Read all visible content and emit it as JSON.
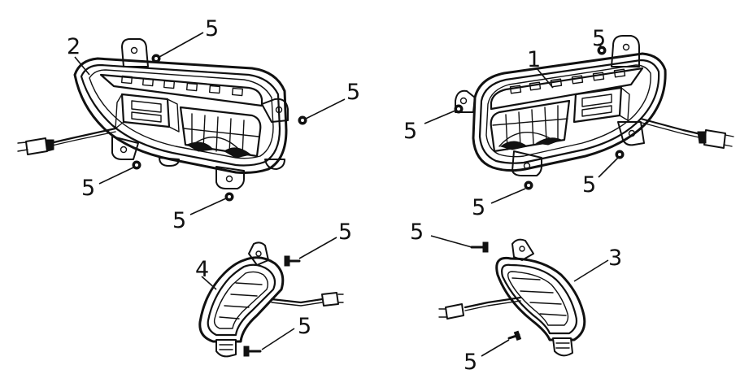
{
  "callouts": {
    "c1": "1",
    "c2": "2",
    "c3": "3",
    "c4": "4",
    "c5": "5"
  },
  "colors": {
    "line": "#111111",
    "background": "#ffffff"
  },
  "parts": [
    {
      "part_no": "1",
      "depicts": "right headlight assembly"
    },
    {
      "part_no": "2",
      "depicts": "left headlight assembly"
    },
    {
      "part_no": "3",
      "depicts": "right position lamp"
    },
    {
      "part_no": "4",
      "depicts": "left position lamp"
    },
    {
      "part_no": "5",
      "depicts": "screw / fastener"
    }
  ]
}
